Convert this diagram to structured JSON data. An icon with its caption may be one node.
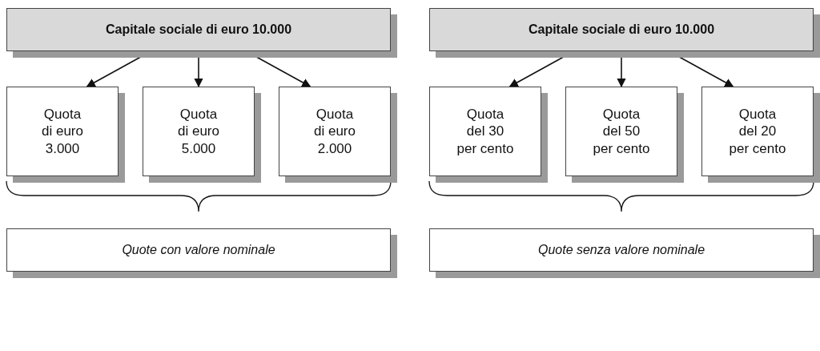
{
  "diagram": {
    "nodes": [
      {
        "text": [
          "Capitale sociale di euro 10.000"
        ]
      },
      {
        "text": [
          "Quota di euro 3.000"
        ]
      },
      {
        "text": [
          "Quota di euro 5.000"
        ]
      },
      {
        "text": [
          "Quota di euro 2.000"
        ]
      },
      {
        "text": [
          "Quote con valore nominale"
        ]
      },
      {
        "text": [
          "Capitale sociale di euro 10.000"
        ]
      },
      {
        "text": [
          "Quota del 30 per cento"
        ]
      },
      {
        "text": [
          "Quota del 50 per cento"
        ]
      },
      {
        "text": [
          "Quota del 20 per cento"
        ]
      },
      {
        "text": [
          "Quote senza valore nominale"
        ]
      }
    ],
    "edges": [
      {
        "from": 0,
        "to": 1,
        "arrow": "to"
      },
      {
        "from": 0,
        "to": 2,
        "arrow": "to"
      },
      {
        "from": 0,
        "to": 3,
        "arrow": "to"
      },
      {
        "from": 5,
        "to": 6,
        "arrow": "to"
      },
      {
        "from": 5,
        "to": 7,
        "arrow": "to"
      },
      {
        "from": 5,
        "to": 8,
        "arrow": "to"
      }
    ]
  }
}
